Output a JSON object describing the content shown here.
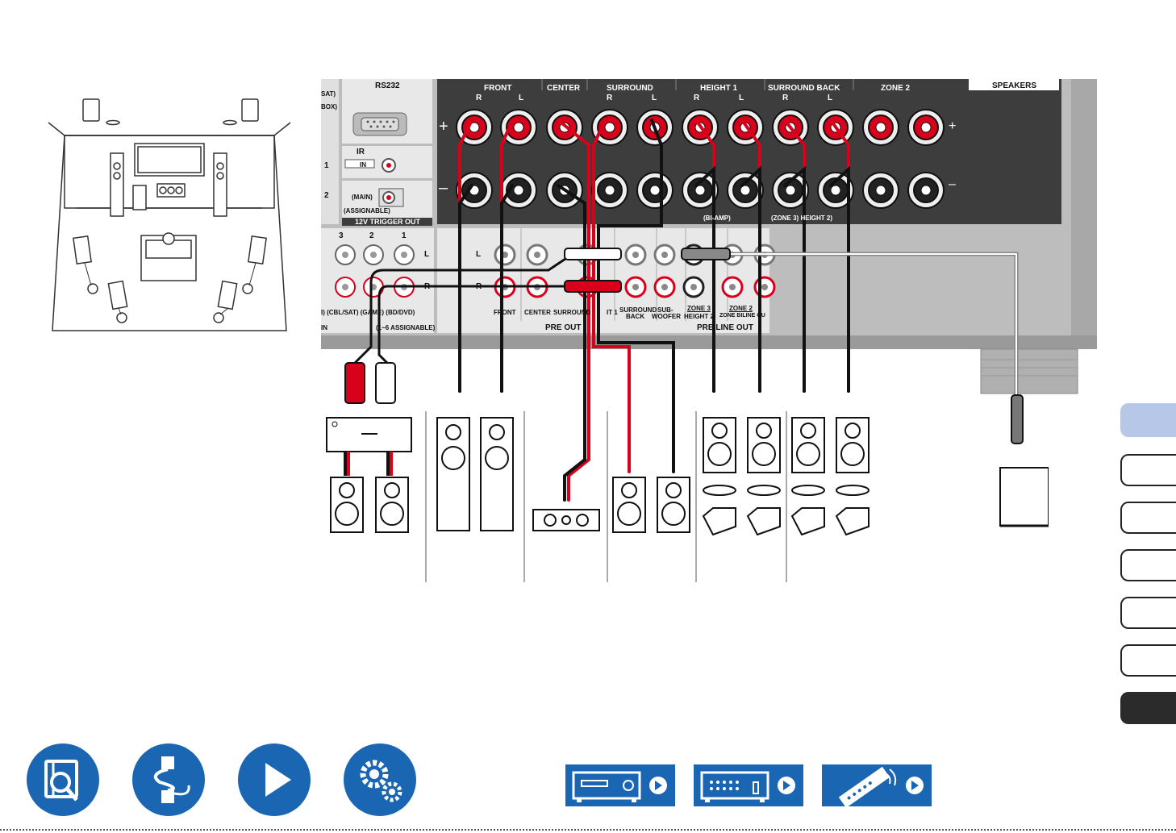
{
  "receiver": {
    "rs232": "RS232",
    "sat": "SAT)",
    "box": "BOX)",
    "ir": "IR",
    "in": "IN",
    "num1": "1",
    "num2": "2",
    "main": "(MAIN)",
    "assignable": "(ASSIGNABLE)",
    "trigger": "12V TRIGGER OUT",
    "speakers": "SPEAKERS",
    "groups": [
      "FRONT",
      "CENTER",
      "SURROUND",
      "HEIGHT 1",
      "SURROUND BACK",
      "ZONE 2"
    ],
    "r": "R",
    "l": "L",
    "plus": "+",
    "minus": "–",
    "biamp": "(BI-AMP)",
    "zone3_height2": "(ZONE 3) HEIGHT 2)",
    "input_nums": [
      "3",
      "2",
      "1"
    ],
    "input_names": "I) (CBL/SAT) (GAME) (BD/DVD)",
    "input_assign": "(1~6 ASSIGNABLE)",
    "in_label": "IN",
    "pre_labels": [
      "FRONT",
      "CENTER",
      "SURROUND",
      "IT 1"
    ],
    "surround_back": [
      "SURROUND",
      "BACK"
    ],
    "subwoofer": [
      "SUB-",
      "WOOFER"
    ],
    "zone3": [
      "ZONE 3",
      "HEIGHT 2"
    ],
    "zone2": [
      "ZONE 2",
      "ZONE BILINE OU"
    ],
    "pre_out": "PRE OUT",
    "pre_line_out": "PRE LINE OUT"
  },
  "colors": {
    "panel": "#3d3d3d",
    "chassis": "#bdbdbd",
    "red": "#d9001b",
    "blue": "#1a66b3",
    "tab_active": "#b7c7e8",
    "tab_dark": "#2b2b2b"
  },
  "nav": {
    "icons": [
      "manual-search-icon",
      "connection-icon",
      "play-icon",
      "settings-icon"
    ],
    "links": [
      "front-panel-icon",
      "rear-panel-icon",
      "remote-control-icon"
    ]
  }
}
